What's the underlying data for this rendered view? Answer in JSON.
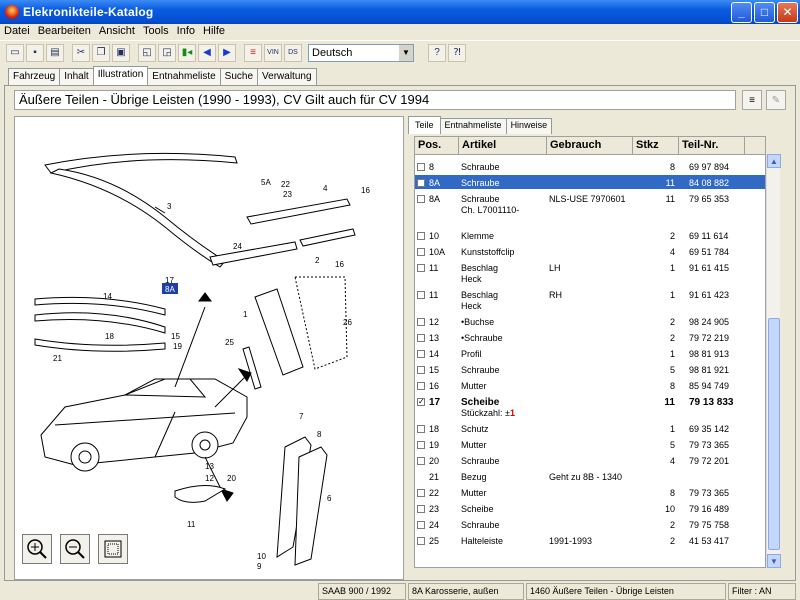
{
  "window": {
    "title": "Elekronikteile-Katalog"
  },
  "menu": [
    "Datei",
    "Bearbeiten",
    "Ansicht",
    "Tools",
    "Info",
    "Hilfe"
  ],
  "toolbar": {
    "language": "Deutsch",
    "vin_label": "VIN",
    "ds_label": "DS"
  },
  "main_tabs": [
    "Fahrzeug",
    "Inhalt",
    "Illustration",
    "Entnahmeliste",
    "Suche",
    "Verwaltung"
  ],
  "main_active": "Illustration",
  "heading": "Äußere Teilen  - Übrige Leisten    (1990 - 1993), CV    Gilt auch für CV 1994",
  "sub_tabs": [
    "Teile",
    "Entnahmeliste",
    "Hinweise"
  ],
  "grid": {
    "headers": [
      "Pos.",
      "Artikel",
      "Gebrauch",
      "Stkz",
      "Teil-Nr."
    ],
    "rows": [
      {
        "pos": "8",
        "artikel": "Schraube",
        "gebrauch": "",
        "stkz": "8",
        "teil": "69 97 894",
        "checked": false
      },
      {
        "pos": "8A",
        "artikel": "Schraube",
        "gebrauch": "",
        "stkz": "11",
        "teil": "84 08 882",
        "checked": false,
        "selected": true
      },
      {
        "pos": "8A",
        "artikel": "Schraube",
        "artikel2": "Ch. L7001110-",
        "gebrauch": "NLS-USE 7970601",
        "stkz": "11",
        "teil": "79 65 353",
        "checked": false
      },
      {
        "pos": "10",
        "artikel": "Klemme",
        "gebrauch": "",
        "stkz": "2",
        "teil": "69 11 614",
        "checked": false
      },
      {
        "pos": "10A",
        "artikel": "Kunststoffclip",
        "gebrauch": "",
        "stkz": "4",
        "teil": "69 51 784",
        "checked": false
      },
      {
        "pos": "11",
        "artikel": "Beschlag",
        "artikel2": "Heck",
        "gebrauch": "LH",
        "stkz": "1",
        "teil": "91 61 415",
        "checked": false
      },
      {
        "pos": "11",
        "artikel": "Beschlag",
        "artikel2": "Heck",
        "gebrauch": "RH",
        "stkz": "1",
        "teil": "91 61 423",
        "checked": false
      },
      {
        "pos": "12",
        "artikel": "•Buchse",
        "gebrauch": "",
        "stkz": "2",
        "teil": "98 24 905",
        "checked": false
      },
      {
        "pos": "13",
        "artikel": "•Schraube",
        "gebrauch": "",
        "stkz": "2",
        "teil": "79 72 219",
        "checked": false
      },
      {
        "pos": "14",
        "artikel": "Profil",
        "gebrauch": "",
        "stkz": "1",
        "teil": "98 81 913",
        "checked": false
      },
      {
        "pos": "15",
        "artikel": "Schraube",
        "gebrauch": "",
        "stkz": "5",
        "teil": "98 81 921",
        "checked": false
      },
      {
        "pos": "16",
        "artikel": "Mutter",
        "gebrauch": "",
        "stkz": "8",
        "teil": "85 94 749",
        "checked": false
      },
      {
        "pos": "17",
        "artikel": "Scheibe",
        "qty_label": "Stückzahl: ±",
        "qty_value": "1",
        "gebrauch": "",
        "stkz": "11",
        "teil": "79 13 833",
        "checked": true,
        "bold": true
      },
      {
        "pos": "18",
        "artikel": "Schutz",
        "gebrauch": "",
        "stkz": "1",
        "teil": "69 35 142",
        "checked": false
      },
      {
        "pos": "19",
        "artikel": "Mutter",
        "gebrauch": "",
        "stkz": "5",
        "teil": "79 73 365",
        "checked": false
      },
      {
        "pos": "20",
        "artikel": "Schraube",
        "gebrauch": "",
        "stkz": "4",
        "teil": "79 72 201",
        "checked": false
      },
      {
        "pos": "21",
        "artikel": "Bezug",
        "gebrauch": "Geht zu 8B - 1340",
        "stkz": "",
        "teil": "",
        "checked": null
      },
      {
        "pos": "22",
        "artikel": "Mutter",
        "gebrauch": "",
        "stkz": "8",
        "teil": "79 73 365",
        "checked": false
      },
      {
        "pos": "23",
        "artikel": "Scheibe",
        "gebrauch": "",
        "stkz": "10",
        "teil": "79 16 489",
        "checked": false
      },
      {
        "pos": "24",
        "artikel": "Schraube",
        "gebrauch": "",
        "stkz": "2",
        "teil": "79 75 758",
        "checked": false
      },
      {
        "pos": "25",
        "artikel": "Halteleiste",
        "gebrauch": "1991-1993",
        "stkz": "2",
        "teil": "41 53 417",
        "checked": false
      }
    ]
  },
  "callouts": [
    "3",
    "5A",
    "22",
    "23",
    "4",
    "16",
    "24",
    "1",
    "2",
    "17",
    "8A",
    "14",
    "18",
    "15",
    "19",
    "21",
    "16",
    "25",
    "26",
    "7",
    "8",
    "13",
    "12",
    "20",
    "11",
    "6",
    "10",
    "9"
  ],
  "status": [
    "SAAB 900 / 1992",
    "8A Karosserie, außen",
    "1460 Äußere Teilen  - Übrige Leisten",
    "Filter : AN"
  ]
}
